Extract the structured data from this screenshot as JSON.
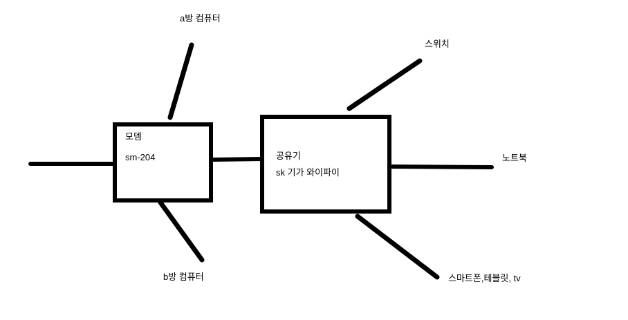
{
  "canvas": {
    "background": "#ffffff",
    "ink": "#000000"
  },
  "nodes": {
    "modem": {
      "title": "모뎀",
      "subtitle": "sm-204"
    },
    "router": {
      "title": "공유기",
      "subtitle": "sk 기가 와이파이"
    }
  },
  "labels": {
    "room_a_computer": "a방 컴퓨터",
    "switch": "스위치",
    "laptop": "노트북",
    "room_b_computer": "b방 컴퓨터",
    "smart_devices": "스마트폰,테블릿, tv"
  }
}
